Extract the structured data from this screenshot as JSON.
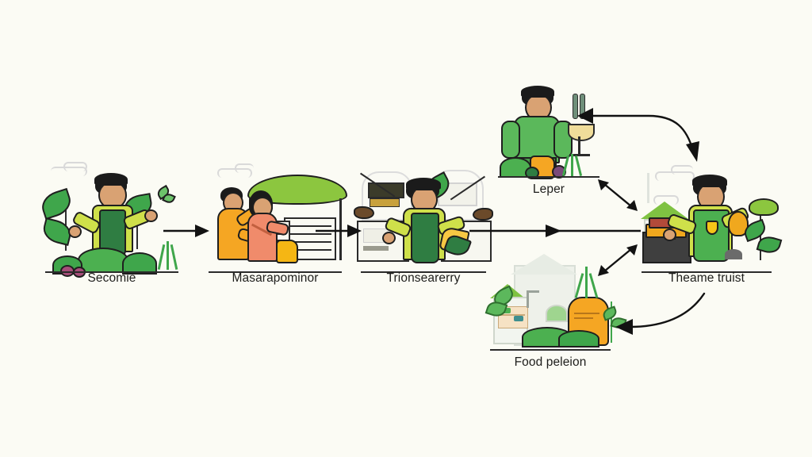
{
  "diagram": {
    "background_color": "#fbfbf4",
    "text_color": "#1d1d1b",
    "accent_green": "#3fa64b",
    "accent_dark_green": "#2f7d42",
    "accent_orange": "#f0a81e",
    "accent_yellow": "#ffc20e",
    "arrow_color": "#121212",
    "nodes": [
      {
        "id": "node-1",
        "label": "Secomie",
        "icon": "farmer-harvesting-crops-illustration"
      },
      {
        "id": "node-2",
        "label": "Masarapominor",
        "icon": "market-stall-two-vendors-illustration"
      },
      {
        "id": "node-3",
        "label": "Trionsearerry",
        "icon": "food-processing-worker-illustration"
      },
      {
        "id": "node-4",
        "label": "Leper",
        "icon": "person-with-vegetables-and-cutlery-illustration"
      },
      {
        "id": "node-5",
        "label": "Food peleion",
        "icon": "food-pavilion-greenhouse-illustration"
      },
      {
        "id": "node-6",
        "label": "Theame truist",
        "icon": "vendor-at-counter-illustration"
      }
    ],
    "connectors": [
      {
        "id": "arrow-1",
        "type": "straight-right",
        "from": "Secomie",
        "to": "Masarapominor"
      },
      {
        "id": "arrow-2",
        "type": "straight-right",
        "from": "Masarapominor",
        "to": "Trionsearerry"
      },
      {
        "id": "arrow-3",
        "type": "straight-right-long",
        "from": "Trionsearerry",
        "to": "Theame truist"
      },
      {
        "id": "arrow-4",
        "type": "curved-double",
        "from": "Theame truist",
        "to": "Leper"
      },
      {
        "id": "arrow-5",
        "type": "diagonal-double-upper",
        "from": "Leper",
        "to": "Theame truist"
      },
      {
        "id": "arrow-6",
        "type": "diagonal-double-lower",
        "from": "Food peleion",
        "to": "Theame truist"
      },
      {
        "id": "arrow-7",
        "type": "curved-left",
        "from": "Theame truist",
        "to": "Food peleion"
      }
    ]
  }
}
